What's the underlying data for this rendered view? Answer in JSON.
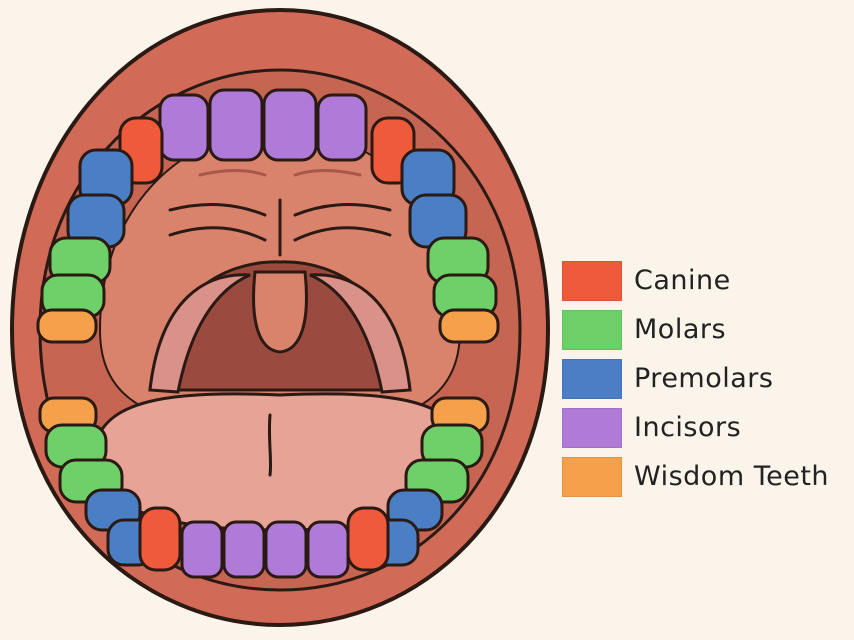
{
  "legend": {
    "items": [
      {
        "key": "canine",
        "label": "Canine",
        "color": "#ee5a3a"
      },
      {
        "key": "molars",
        "label": "Molars",
        "color": "#6dd068"
      },
      {
        "key": "premolars",
        "label": "Premolars",
        "color": "#4a7fc6"
      },
      {
        "key": "incisors",
        "label": "Incisors",
        "color": "#b07ad8"
      },
      {
        "key": "wisdom",
        "label": "Wisdom Teeth",
        "color": "#f5a04b"
      }
    ]
  },
  "colors": {
    "lip": "#d26a58",
    "mouth_inner": "#c96a55",
    "palate": "#d98a72",
    "throat": "#a14f42",
    "tongue": "#e7a496",
    "outline": "#2b1a14"
  }
}
